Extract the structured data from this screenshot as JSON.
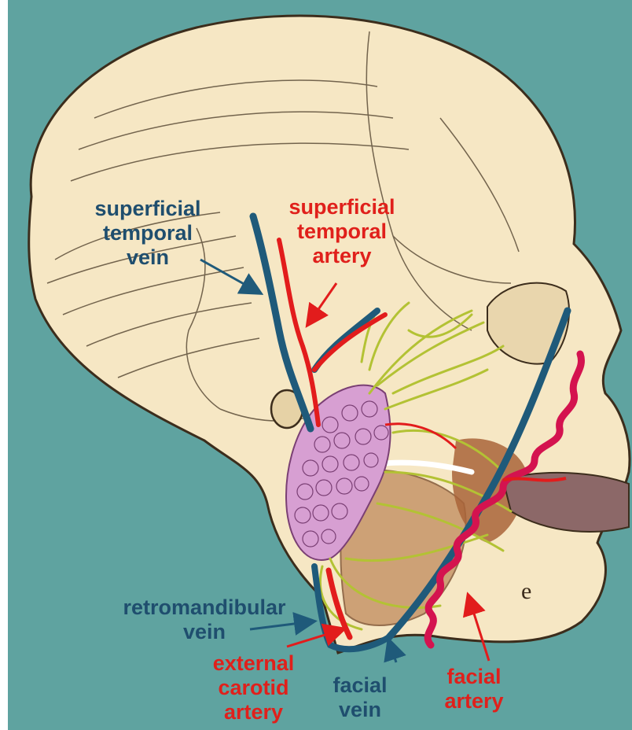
{
  "colors": {
    "background": "#5fa3a0",
    "skull_fill": "#f6e7c4",
    "skull_line": "#3c2d1c",
    "vein": "#1f5a7a",
    "artery": "#e21c1c",
    "facial_artery": "#d4134f",
    "nerve": "#b3c234",
    "parotid": "#d79fd2",
    "masseter": "#c99a6e",
    "label_blue": "#1f4e6e",
    "label_red": "#e0201b"
  },
  "labels": {
    "superficial_temporal_vein": [
      "superficial",
      "temporal",
      "vein"
    ],
    "superficial_temporal_artery": [
      "superficial",
      "temporal",
      "artery"
    ],
    "retromandibular_vein": [
      "retromandibular",
      "vein"
    ],
    "external_carotid_artery": [
      "external",
      "carotid",
      "artery"
    ],
    "facial_vein": [
      "facial",
      "vein"
    ],
    "facial_artery": [
      "facial",
      "artery"
    ]
  },
  "skull_letter": "e"
}
